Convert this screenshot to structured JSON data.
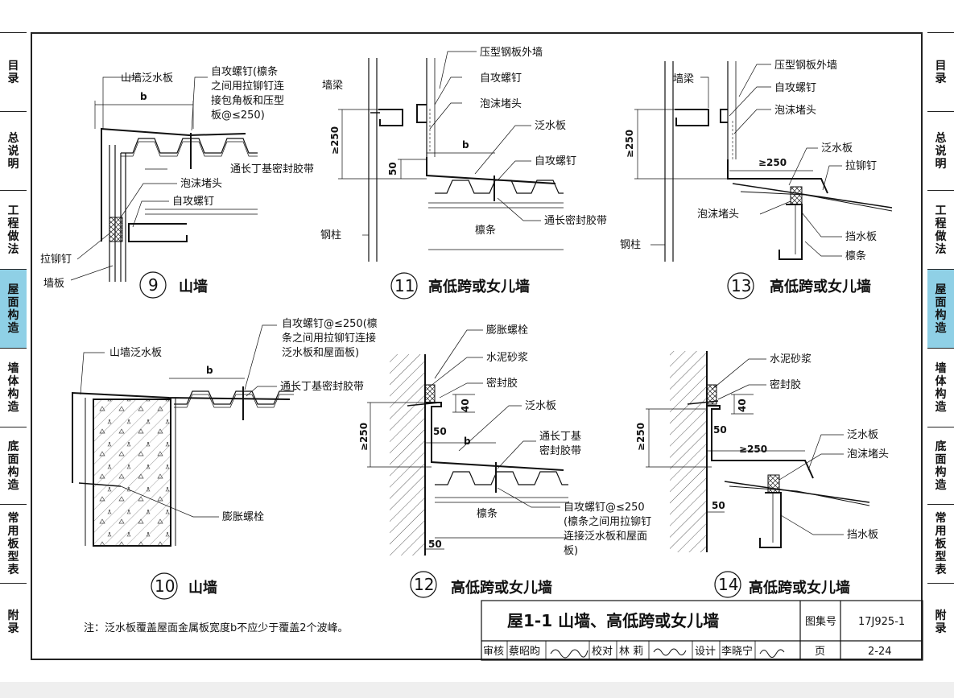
{
  "nav": {
    "left": [
      {
        "label": "目\n录",
        "active": false
      },
      {
        "label": "总\n说\n明",
        "active": false
      },
      {
        "label": "工\n程\n做\n法",
        "active": false
      },
      {
        "label": "屋\n面\n构\n造",
        "active": true
      },
      {
        "label": "墙\n体\n构\n造",
        "active": false
      },
      {
        "label": "底\n面\n构\n造",
        "active": false
      },
      {
        "label": "常\n用\n板\n型\n表",
        "active": false
      },
      {
        "label": "附\n录",
        "active": false
      }
    ],
    "right": [
      {
        "label": "目\n录",
        "active": false
      },
      {
        "label": "总\n说\n明",
        "active": false
      },
      {
        "label": "工\n程\n做\n法",
        "active": false
      },
      {
        "label": "屋\n面\n构\n造",
        "active": true
      },
      {
        "label": "墙\n体\n构\n造",
        "active": false
      },
      {
        "label": "底\n面\n构\n造",
        "active": false
      },
      {
        "label": "常\n用\n板\n型\n表",
        "active": false
      },
      {
        "label": "附\n录",
        "active": false
      }
    ],
    "active_color": "#8fd0e6"
  },
  "details": {
    "d9": {
      "number": "9",
      "title": "山墙",
      "labels": {
        "flashing": "山墙泛水板",
        "screw_note_1": "自攻螺钉(檩条",
        "screw_note_2": "之间用拉铆钉连",
        "screw_note_3": "接包角板和压型",
        "screw_note_4": "板@≤250)",
        "b": "b",
        "butyl_tape": "通长丁基密封胶带",
        "foam": "泡沫堵头",
        "screw": "自攻螺钉",
        "rivet": "拉铆钉",
        "wall_panel": "墙板"
      }
    },
    "d10": {
      "number": "10",
      "title": "山墙",
      "labels": {
        "flashing": "山墙泛水板",
        "screw_note_1": "自攻螺钉@≤250(檩",
        "screw_note_2": "条之间用拉铆钉连接",
        "screw_note_3": "泛水板和屋面板)",
        "b": "b",
        "butyl_tape": "通长丁基密封胶带",
        "anchor": "膨胀螺栓"
      }
    },
    "d11": {
      "number": "11",
      "title": "高低跨或女儿墙",
      "labels": {
        "outer_wall": "压型钢板外墙",
        "screw": "自攻螺钉",
        "foam": "泡沫堵头",
        "wall_beam": "墙梁",
        "flashing": "泛水板",
        "dim250": "≥250",
        "b": "b",
        "screw2": "自攻螺钉",
        "dim50": "50",
        "purlin": "檩条",
        "tape": "通长密封胶带",
        "column": "钢柱"
      }
    },
    "d12": {
      "number": "12",
      "title": "高低跨或女儿墙",
      "labels": {
        "anchor": "膨胀螺栓",
        "mortar": "水泥砂浆",
        "sealant": "密封胶",
        "dim40": "40",
        "flashing": "泛水板",
        "dim250": "≥250",
        "dim50a": "50",
        "b": "b",
        "butyl_1": "通长丁基",
        "butyl_2": "密封胶带",
        "purlin": "檩条",
        "note_1": "自攻螺钉@≤250",
        "note_2": "(檩条之间用拉铆钉",
        "note_3": "连接泛水板和屋面",
        "note_4": "板)",
        "dim50b": "50"
      }
    },
    "d13": {
      "number": "13",
      "title": "高低跨或女儿墙",
      "labels": {
        "outer_wall": "压型钢板外墙",
        "wall_beam": "墙梁",
        "screw": "自攻螺钉",
        "foam": "泡沫堵头",
        "dim250": "≥250",
        "flashing": "泛水板",
        "dim250b": "≥250",
        "rivet": "拉铆钉",
        "foam2": "泡沫堵头",
        "water_stop": "挡水板",
        "purlin": "檩条",
        "column": "钢柱"
      }
    },
    "d14": {
      "number": "14",
      "title": "高低跨或女儿墙",
      "labels": {
        "mortar": "水泥砂浆",
        "sealant": "密封胶",
        "dim40": "40",
        "dim250": "≥250",
        "dim50a": "50",
        "dim250b": "≥250",
        "flashing": "泛水板",
        "foam": "泡沫堵头",
        "dim50b": "50",
        "water_stop": "挡水板"
      }
    }
  },
  "note": "注：泛水板覆盖屋面金属板宽度b不应少于覆盖2个波峰。",
  "title_block": {
    "title": "屋1-1  山墙、高低跨或女儿墙",
    "atlas_label": "图集号",
    "atlas_no": "17J925-1",
    "page_label": "页",
    "page_no": "2-24",
    "review_label": "审核",
    "reviewer": "蔡昭昀",
    "check_label": "校对",
    "checker": "林 莉",
    "design_label": "设计",
    "designer": "李晓宁"
  }
}
